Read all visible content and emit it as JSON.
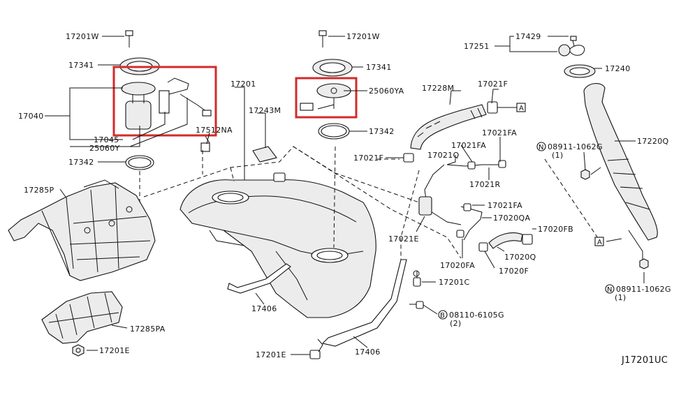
{
  "diagram_code": "J17201UC",
  "labels": {
    "l_17201w_a": "17201W",
    "l_17341_a": "17341",
    "l_17040": "17040",
    "l_17045": "17045",
    "l_25060y": "25060Y",
    "l_17342_a": "17342",
    "l_17512na": "17512NA",
    "l_17201": "17201",
    "l_17243m": "17243M",
    "l_17285p": "17285P",
    "l_17201w_b": "17201W",
    "l_17341_b": "17341",
    "l_25060ya": "25060YA",
    "l_17342_b": "17342",
    "l_17228m": "17228M",
    "l_17021f_a": "17021F",
    "l_17021f_b": "17021F",
    "l_17021q": "17021Q",
    "l_17021fa_a": "17021FA",
    "l_17021fa_b": "17021FA",
    "l_17021r": "17021R",
    "l_17021fa_c": "17021FA",
    "l_17020qa": "17020QA",
    "l_17021e": "17021E",
    "l_17020fb": "17020FB",
    "l_17020q": "17020Q",
    "l_17020fa": "17020FA",
    "l_17020f": "17020F",
    "l_17201c": "17201C",
    "l_bolt_code": "08110-6105G",
    "l_bolt_qty": "(2)",
    "l_17406_a": "17406",
    "l_17406_b": "17406",
    "l_17201e_a": "17201E",
    "l_17201e_b": "17201E",
    "l_17285pa": "17285PA",
    "l_17251": "17251",
    "l_17429": "17429",
    "l_17240": "17240",
    "l_17220q": "17220Q",
    "l_nut_a_code": "08911-1062G",
    "l_nut_a_qty": "(1)",
    "l_nut_b_code": "08911-1062G",
    "l_nut_b_qty": "(1)",
    "ref_a_1": "A",
    "ref_a_2": "A",
    "circle_n_1": "N",
    "circle_n_2": "N",
    "circle_b": "B"
  },
  "colors": {
    "highlight": "#d42a2a",
    "line": "#111111"
  }
}
